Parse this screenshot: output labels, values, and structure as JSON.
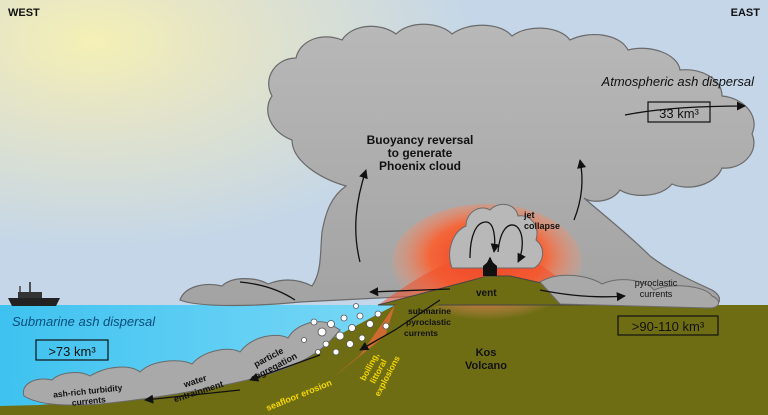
{
  "compass": {
    "west": "WEST",
    "east": "EAST"
  },
  "atmosphere": {
    "label": "Atmospheric ash dispersal",
    "volume": "33 km³"
  },
  "phoenix": {
    "line1": "Buoyancy reversal",
    "line2": "to generate",
    "line3": "Phoenix cloud"
  },
  "jet": {
    "line1": "jet",
    "line2": "collapse"
  },
  "vent": "vent",
  "pyroclastic": {
    "line1": "pyroclastic",
    "line2": "currents"
  },
  "submarine_dispersal": {
    "label": "Submarine ash dispersal",
    "volume": ">73 km³"
  },
  "land_volume": ">90-110 km³",
  "submarine_pyroclastic": {
    "line1": "submarine",
    "line2": "pyroclastic",
    "line3": "currents"
  },
  "kos": {
    "line1": "Kos",
    "line2": "Volcano"
  },
  "particle": {
    "line1": "particle",
    "line2": "segregation"
  },
  "water": {
    "line1": "water",
    "line2": "entrainment"
  },
  "turbidity": {
    "line1": "ash-rich turbidity",
    "line2": "currents"
  },
  "seafloor": "seafloor erosion",
  "boiling": {
    "line1": "boiling,",
    "line2": "littoral",
    "line3": "explosions"
  },
  "colors": {
    "sky": "#c4d6e8",
    "sea": "#3fc6f0",
    "ground": "#6f6d14",
    "cloud": "#a9a9a9",
    "eruption": "#f2502a"
  }
}
